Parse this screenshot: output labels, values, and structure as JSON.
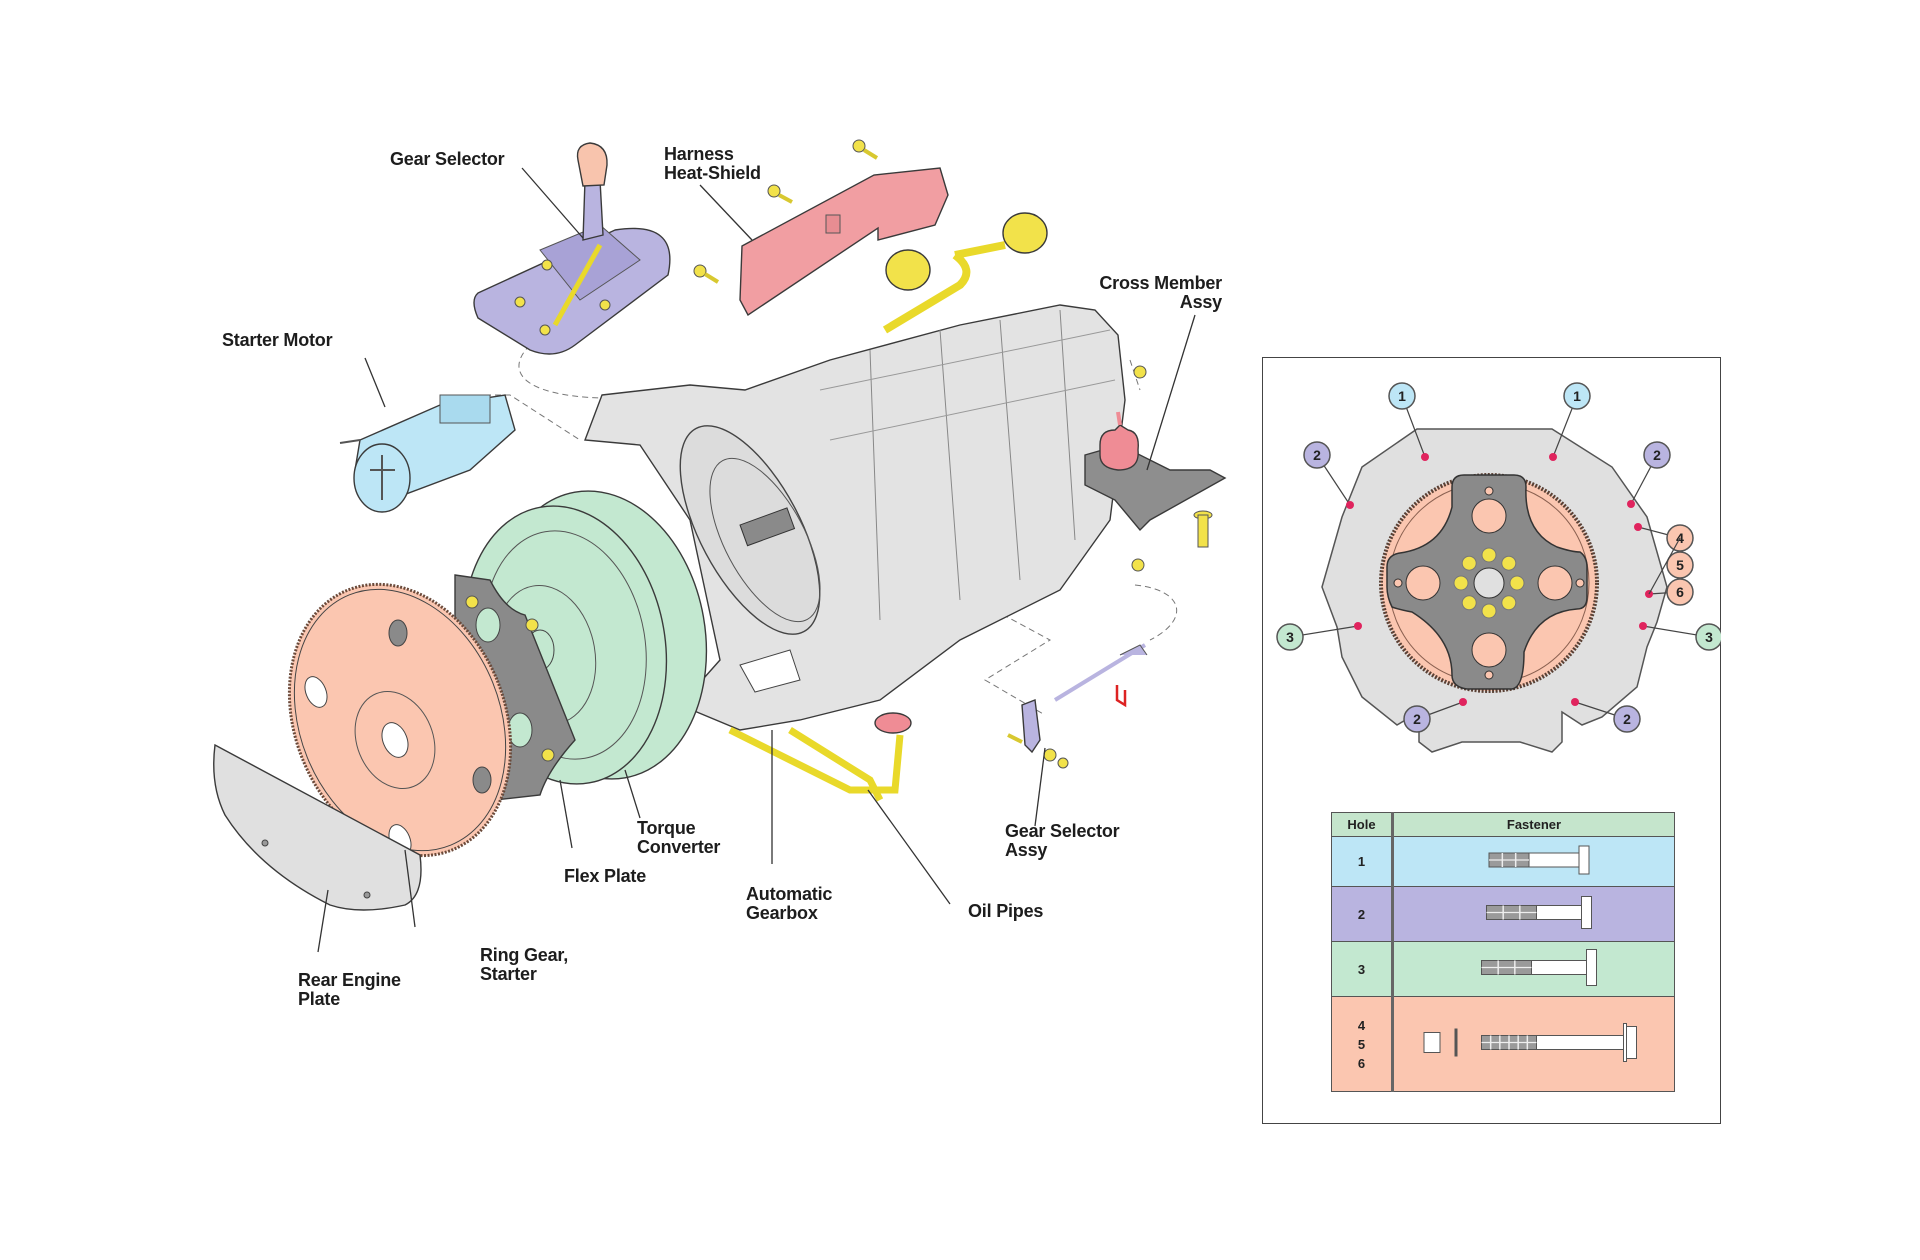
{
  "colors": {
    "gear_selector": "#b9b4e0",
    "heat_shield": "#f19ea2",
    "starter_motor": "#bde6f6",
    "torque_converter": "#c3e8d0",
    "gearbox": "#e3e3e3",
    "ring_gear": "#fbc6b0",
    "flex_plate": "#8a8a8a",
    "rear_engine_plate": "#e0e0e0",
    "fasteners": "#f2e24a",
    "hole_marker": "#e0245e",
    "cross_member_mount": "#ef8c95",
    "cross_member": "#8e8e8e"
  },
  "callouts": {
    "gear_selector": "Gear Selector",
    "harness_heat_shield": "Harness\nHeat-Shield",
    "starter_motor": "Starter Motor",
    "cross_member_assy": "Cross Member\nAssy",
    "torque_converter": "Torque\nConverter",
    "flex_plate": "Flex Plate",
    "automatic_gearbox": "Automatic\nGearbox",
    "oil_pipes": "Oil Pipes",
    "gear_selector_assy": "Gear Selector\nAssy",
    "ring_gear_starter": "Ring Gear,\nStarter",
    "rear_engine_plate": "Rear Engine\nPlate"
  },
  "hole_diagram": {
    "markers": [
      {
        "hole": "1",
        "group": 1
      },
      {
        "hole": "1",
        "group": 1
      },
      {
        "hole": "2",
        "group": 2
      },
      {
        "hole": "2",
        "group": 2
      },
      {
        "hole": "2",
        "group": 2
      },
      {
        "hole": "2",
        "group": 2
      },
      {
        "hole": "3",
        "group": 3
      },
      {
        "hole": "3",
        "group": 3
      },
      {
        "hole": "4",
        "group": 4
      },
      {
        "hole": "5",
        "group": 4
      },
      {
        "hole": "6",
        "group": 4
      }
    ],
    "group_colors": {
      "1": "#bde6f6",
      "2": "#b9b4e0",
      "3": "#c3e8d0",
      "4": "#fbc6b0"
    }
  },
  "fastener_table": {
    "headers": {
      "hole": "Hole",
      "fastener": "Fastener"
    },
    "header_color": "#c5e5cc",
    "rows": [
      {
        "holes": [
          "1"
        ],
        "color": "#bde6f6",
        "fastener": "short bolt"
      },
      {
        "holes": [
          "2"
        ],
        "color": "#b9b4e0",
        "fastener": "medium bolt"
      },
      {
        "holes": [
          "3"
        ],
        "color": "#c3e8d0",
        "fastener": "long-shank bolt"
      },
      {
        "holes": [
          "4",
          "5",
          "6"
        ],
        "color": "#fbc6b0",
        "fastener": "nut and long flange bolt"
      }
    ]
  }
}
